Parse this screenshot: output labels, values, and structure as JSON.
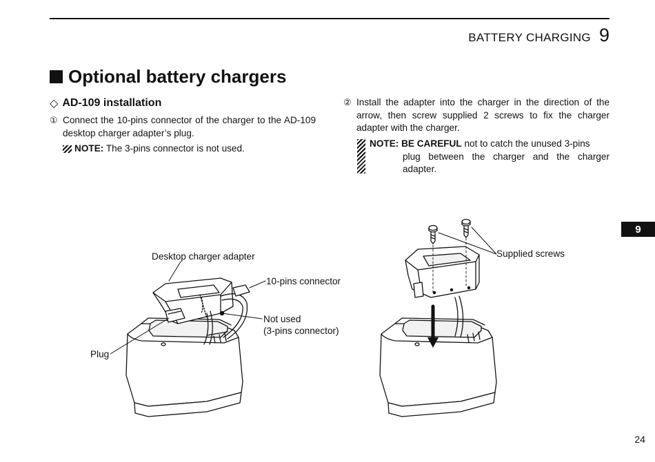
{
  "header": {
    "section_title": "BATTERY CHARGING",
    "section_number": "9"
  },
  "main_heading": "Optional battery chargers",
  "sub_heading": "AD-109 installation",
  "steps": [
    {
      "number": "①",
      "text": "Connect the 10-pins connector of the charger to the AD-109 desktop charger adapter’s plug."
    },
    {
      "number": "②",
      "text": "Install the adapter into the charger in the direction of the arrow, then screw supplied 2 screws to fix the charger adapter with the charger."
    }
  ],
  "notes": {
    "note1": {
      "label": "NOTE:",
      "text": " The 3-pins connector is not used."
    },
    "note2": {
      "label": "NOTE:",
      "emphasis": "BE CAREFUL",
      "text_line1": " not to catch the unused 3-pins",
      "text_rest": "plug between the charger and the charger adapter."
    }
  },
  "figure_labels": {
    "desktop_adapter": "Desktop charger adapter",
    "ten_pin": "10-pins connector",
    "not_used": "Not used",
    "three_pin": "(3-pins connector)",
    "plug": "Plug",
    "screws": "Supplied screws"
  },
  "side_tab": "9",
  "page_number": "24"
}
